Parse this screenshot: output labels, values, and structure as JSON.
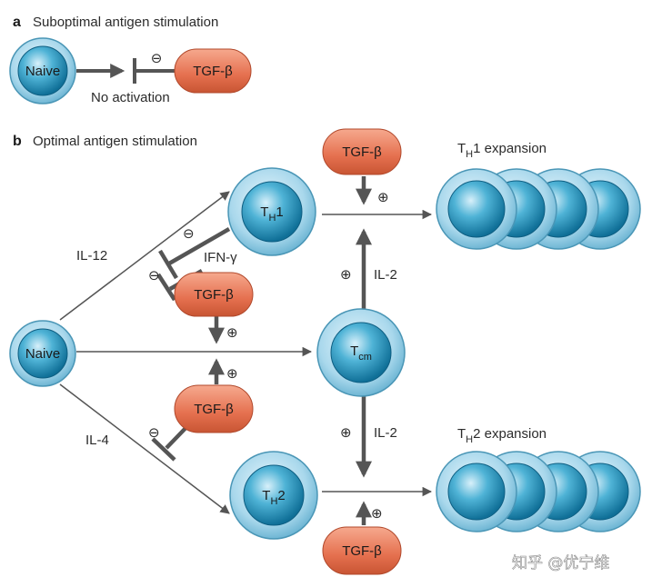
{
  "panel_a": {
    "letter": "a",
    "title": "Suboptimal antigen stimulation",
    "naive_label": "Naive",
    "tgf_label": "TGF-β",
    "inhibit_symbol": "⊖",
    "caption": "No activation"
  },
  "panel_b": {
    "letter": "b",
    "title": "Optimal antigen stimulation",
    "naive_label": "Naive",
    "th1_main": "T",
    "th1_sub": "H",
    "th1_suffix": "1",
    "th2_main": "T",
    "th2_sub": "H",
    "th2_suffix": "2",
    "tcm_main": "T",
    "tcm_sub": "cm",
    "tgf_top": "TGF-β",
    "tgf_mid": "TGF-β",
    "tgf_low": "TGF-β",
    "tgf_bottom": "TGF-β",
    "il12": "IL-12",
    "il4": "IL-4",
    "ifn": "IFN-γ",
    "il2_up": "IL-2",
    "il2_down": "IL-2",
    "th1_expansion_main": "T",
    "th1_expansion_sub": "H",
    "th1_expansion_suffix": "1 expansion",
    "th2_expansion_main": "T",
    "th2_expansion_sub": "H",
    "th2_expansion_suffix": "2 expansion",
    "plus": "⊕",
    "minus": "⊖"
  },
  "watermark": "知乎 @优宁维",
  "colors": {
    "cell_outer": "#9fd0e6",
    "cell_inner": "#1a8fb8",
    "tgf_fill": "#e57a5c",
    "arrow": "#555555"
  }
}
